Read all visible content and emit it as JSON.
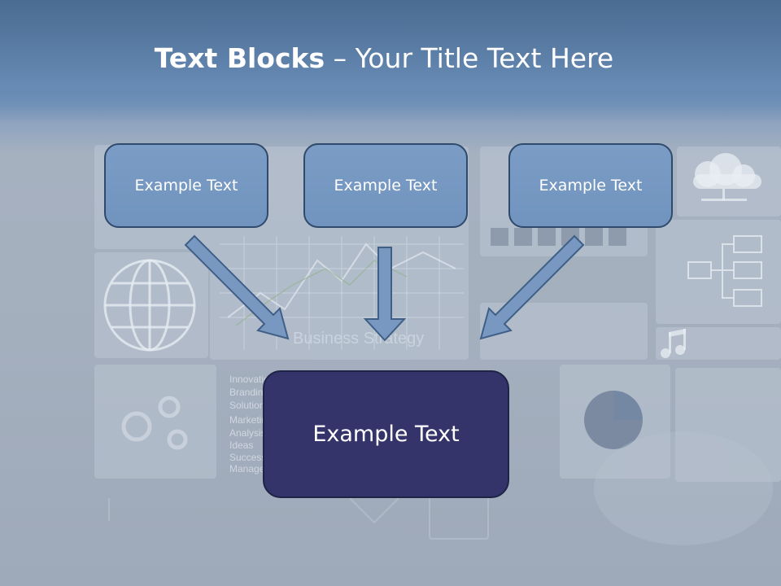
{
  "slide": {
    "title_bold": "Text Blocks",
    "title_rest": " – Your Title Text Here"
  },
  "blocks": {
    "left": "Example Text",
    "middle": "Example Text",
    "right": "Example Text",
    "center": "Example Text"
  },
  "background_words": {
    "chart_caption": "Business Strategy",
    "list": [
      "Innovation",
      "Branding",
      "Solution",
      "Marketing",
      "Analysis",
      "Ideas",
      "Success",
      "Management"
    ]
  },
  "colors": {
    "title_band": "#5a7ca5",
    "top_block_fill": "#7598c2",
    "top_block_border": "#2f4a6c",
    "center_block_fill": "#34336a",
    "arrow_fill": "#7898c2",
    "arrow_stroke": "#3f5f86"
  },
  "icons": [
    "globe-icon",
    "gears-icon",
    "cloud-icon",
    "org-chart-icon",
    "music-note-icon",
    "pie-chart-icon"
  ]
}
